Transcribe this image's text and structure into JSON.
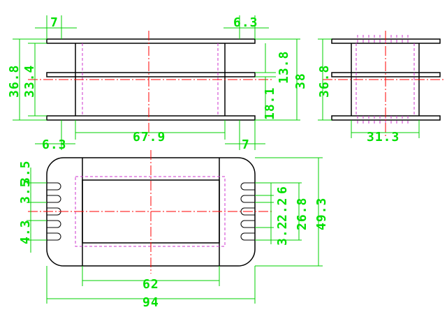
{
  "drawing": {
    "colors": {
      "dimension": "#00e000",
      "outline": "#000000",
      "centerline": "#ff0000",
      "hidden": "#cc33cc"
    },
    "front_view": {
      "dims": {
        "top_left": "7",
        "top_right": "6.3",
        "height_outer": "36.8",
        "height_inner": "33.4",
        "right_a": "13.8",
        "right_b": "18.1",
        "right_c": "38",
        "bottom_left": "6.3",
        "width": "67.9",
        "bottom_right": "7"
      }
    },
    "side_view": {
      "dims": {
        "height": "36.8",
        "width": "31.3"
      }
    },
    "top_view": {
      "dims": {
        "left_a": "3.5",
        "left_b": "3.5",
        "left_c": "4.3",
        "right_a": "6",
        "right_b": "2.2",
        "right_c": "3.2",
        "right_d": "26.8",
        "right_e": "49.3",
        "inner_width": "62",
        "outer_width": "94"
      }
    }
  }
}
